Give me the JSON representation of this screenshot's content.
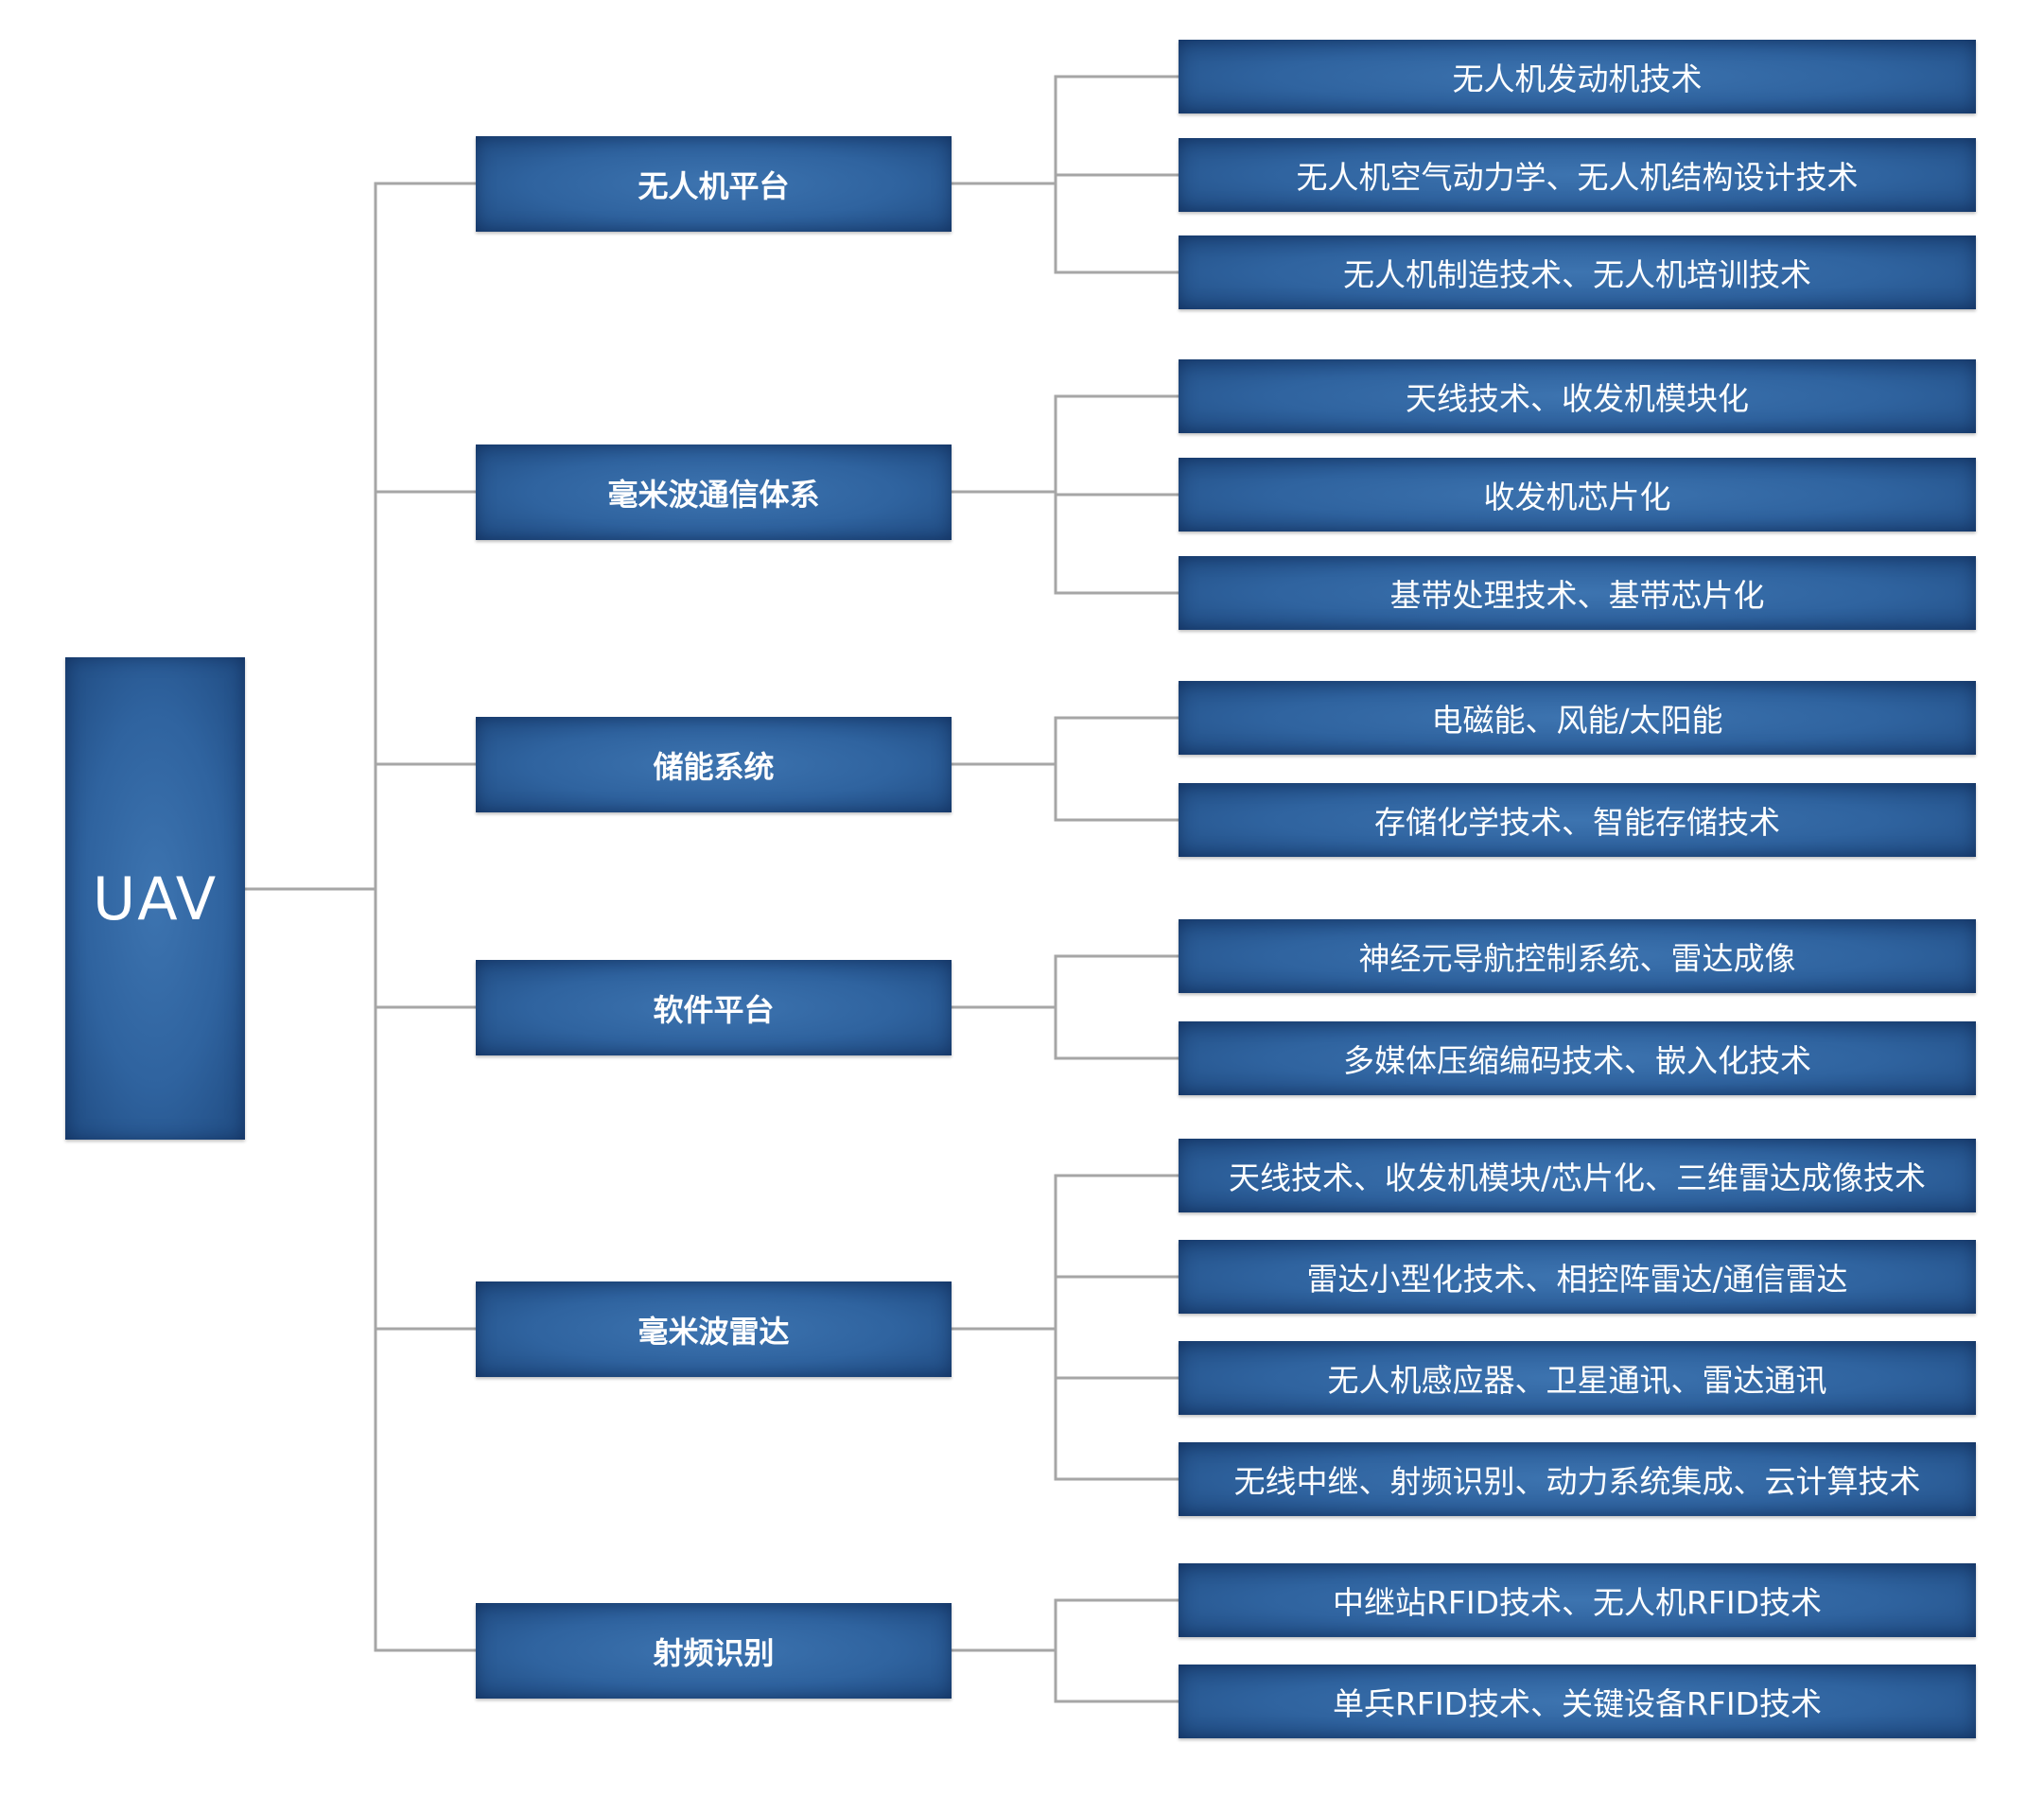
{
  "root": {
    "label": "UAV"
  },
  "colors": {
    "box": "#2f639f",
    "box_edge": "#1f4a80",
    "line": "#a6a6a6",
    "text": "#ffffff"
  },
  "branches": [
    {
      "label": "无人机平台",
      "children": [
        "无人机发动机技术",
        "无人机空气动力学、无人机结构设计技术",
        "无人机制造技术、无人机培训技术"
      ]
    },
    {
      "label": "毫米波通信体系",
      "children": [
        "天线技术、收发机模块化",
        "收发机芯片化",
        "基带处理技术、基带芯片化"
      ]
    },
    {
      "label": "储能系统",
      "children": [
        "电磁能、风能/太阳能",
        "存储化学技术、智能存储技术"
      ]
    },
    {
      "label": "软件平台",
      "children": [
        "神经元导航控制系统、雷达成像",
        "多媒体压缩编码技术、嵌入化技术"
      ]
    },
    {
      "label": "毫米波雷达",
      "children": [
        "天线技术、收发机模块/芯片化、三维雷达成像技术",
        "雷达小型化技术、相控阵雷达/通信雷达",
        "无人机感应器、卫星通讯、雷达通讯",
        "无线中继、射频识别、动力系统集成、云计算技术"
      ]
    },
    {
      "label": "射频识别",
      "children": [
        "中继站RFID技术、无人机RFID技术",
        "单兵RFID技术、关键设备RFID技术"
      ]
    }
  ]
}
